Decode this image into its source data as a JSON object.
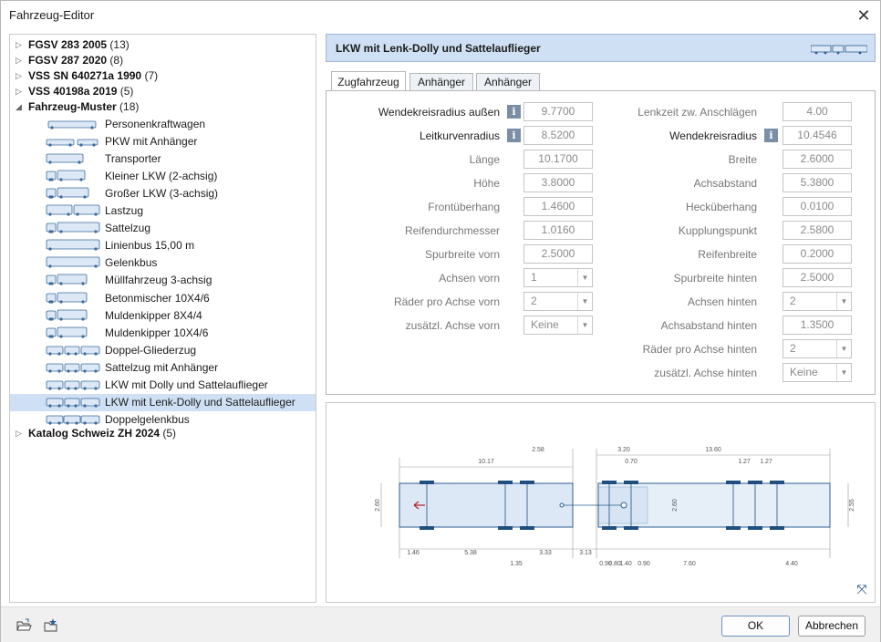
{
  "window": {
    "title": "Fahrzeug-Editor",
    "close_symbol": "✕"
  },
  "tree": {
    "groups_top": [
      {
        "name": "FGSV 283 2005",
        "count": "(13)"
      },
      {
        "name": "FGSV 287 2020",
        "count": "(8)"
      },
      {
        "name": "VSS SN 640271a 1990",
        "count": "(7)"
      },
      {
        "name": "VSS 40198a 2019",
        "count": "(5)"
      },
      {
        "name": "Fahrzeug-Muster",
        "count": "(18)"
      }
    ],
    "items": [
      {
        "label": "Personenkraftwagen",
        "icon": "car-icon"
      },
      {
        "label": "PKW mit Anhänger",
        "icon": "car-trailer-icon"
      },
      {
        "label": "Transporter",
        "icon": "van-icon"
      },
      {
        "label": "Kleiner LKW (2-achsig)",
        "icon": "truck-small-icon"
      },
      {
        "label": "Großer LKW (3-achsig)",
        "icon": "truck-large-icon"
      },
      {
        "label": "Lastzug",
        "icon": "truck-trailer-icon"
      },
      {
        "label": "Sattelzug",
        "icon": "semi-truck-icon"
      },
      {
        "label": "Linienbus 15,00 m",
        "icon": "bus-icon"
      },
      {
        "label": "Gelenkbus",
        "icon": "articulated-bus-icon"
      },
      {
        "label": "Müllfahrzeug 3-achsig",
        "icon": "garbage-truck-icon"
      },
      {
        "label": "Betonmischer 10X4/6",
        "icon": "concrete-mixer-icon"
      },
      {
        "label": "Muldenkipper 8X4/4",
        "icon": "dump-truck-icon"
      },
      {
        "label": "Muldenkipper 10X4/6",
        "icon": "dump-truck-icon"
      },
      {
        "label": "Doppel-Gliederzug",
        "icon": "double-trailer-icon"
      },
      {
        "label": "Sattelzug  mit Anhänger",
        "icon": "semi-trailer-icon"
      },
      {
        "label": "LKW mit Dolly und Sattelauflieger",
        "icon": "dolly-semi-icon"
      },
      {
        "label": "LKW mit Lenk-Dolly und Sattelauflieger",
        "icon": "steer-dolly-semi-icon"
      },
      {
        "label": "Doppelgelenkbus",
        "icon": "double-articulated-bus-icon"
      }
    ],
    "group_bottom": {
      "name": "Katalog Schweiz ZH 2024",
      "count": "(5)"
    }
  },
  "detail": {
    "title": "LKW mit Lenk-Dolly und Sattelauflieger",
    "tabs": [
      "Zugfahrzeug",
      "Anhänger",
      "Anhänger"
    ],
    "left_fields": [
      {
        "label": "Wendekreisradius außen",
        "value": "9.7700",
        "info": true
      },
      {
        "label": "Leitkurvenradius",
        "value": "8.5200",
        "info": true
      },
      {
        "label": "Länge",
        "value": "10.1700"
      },
      {
        "label": "Höhe",
        "value": "3.8000"
      },
      {
        "label": "Frontüberhang",
        "value": "1.4600"
      },
      {
        "label": "Reifendurchmesser",
        "value": "1.0160"
      },
      {
        "label": "Spurbreite vorn",
        "value": "2.5000"
      },
      {
        "label": "Achsen vorn",
        "value": "1",
        "select": true
      },
      {
        "label": "Räder pro Achse vorn",
        "value": "2",
        "select": true
      },
      {
        "label": "zusätzl. Achse vorn",
        "value": "Keine",
        "select": true
      }
    ],
    "right_fields": [
      {
        "label": "Lenkzeit zw. Anschlägen",
        "value": "4.00"
      },
      {
        "label": "Wendekreisradius",
        "value": "10.4546",
        "info": true
      },
      {
        "label": "Breite",
        "value": "2.6000"
      },
      {
        "label": "Achsabstand",
        "value": "5.3800"
      },
      {
        "label": "Hecküberhang",
        "value": "0.0100"
      },
      {
        "label": "Kupplungspunkt",
        "value": "2.5800"
      },
      {
        "label": "Reifenbreite",
        "value": "0.2000"
      },
      {
        "label": "Spurbreite hinten",
        "value": "2.5000"
      },
      {
        "label": "Achsen hinten",
        "value": "2",
        "select": true
      },
      {
        "label": "Achsabstand hinten",
        "value": "1.3500"
      },
      {
        "label": "Räder pro Achse hinten",
        "value": "2",
        "select": true
      },
      {
        "label": "zusätzl. Achse hinten",
        "value": "Keine",
        "select": true
      }
    ],
    "info_symbol": "i"
  },
  "diagram": {
    "top_dims": [
      "10.17",
      "2.58",
      "3.20",
      "13.60",
      "0.70",
      "1.27",
      "1.27"
    ],
    "bottom_dims": [
      "1.46",
      "5.38",
      "1.35",
      "3.33",
      "3.13",
      "0.90",
      "0.80",
      "1.40",
      "0.90",
      "7.60",
      "4.40"
    ],
    "side_dims": [
      "2.60",
      "2.60",
      "2.55"
    ]
  },
  "footer": {
    "ok": "OK",
    "cancel": "Abbrechen"
  },
  "colors": {
    "accent": "#cfe0f4",
    "vehicle_fill": "#dce8f5",
    "vehicle_stroke": "#2c5d8f",
    "axle": "#1f4f7f"
  }
}
